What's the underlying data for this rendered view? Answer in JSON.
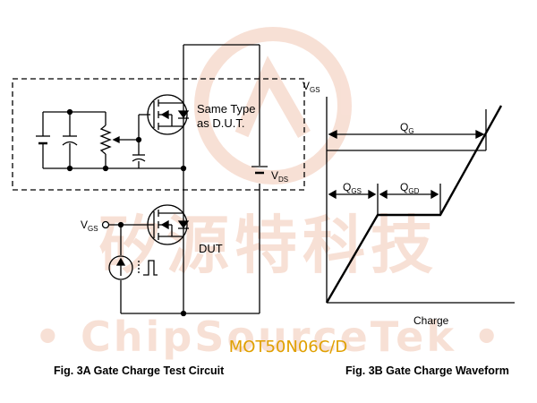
{
  "watermark": {
    "chinese_text": "矽源特科技",
    "english_text": "• ChipSourceTek •",
    "color": "#f2c7b4"
  },
  "part_number": {
    "text": "MOT50N06C/D",
    "color": "#e0a000"
  },
  "circuit": {
    "caption": "Fig. 3A Gate Charge Test Circuit",
    "same_type_line1": "Same Type",
    "same_type_line2": "as D.U.T.",
    "dut_label": "DUT",
    "vgs_label": "V",
    "vgs_sub": "GS",
    "vds_label": "V",
    "vds_sub": "DS"
  },
  "waveform": {
    "caption": "Fig. 3B Gate Charge Waveform",
    "y_axis_label": "V",
    "y_axis_sub": "GS",
    "x_axis_label": "Charge",
    "qg_label": "Q",
    "qg_sub": "G",
    "qgs_label": "Q",
    "qgs_sub": "GS",
    "qgd_label": "Q",
    "qgd_sub": "GD"
  }
}
